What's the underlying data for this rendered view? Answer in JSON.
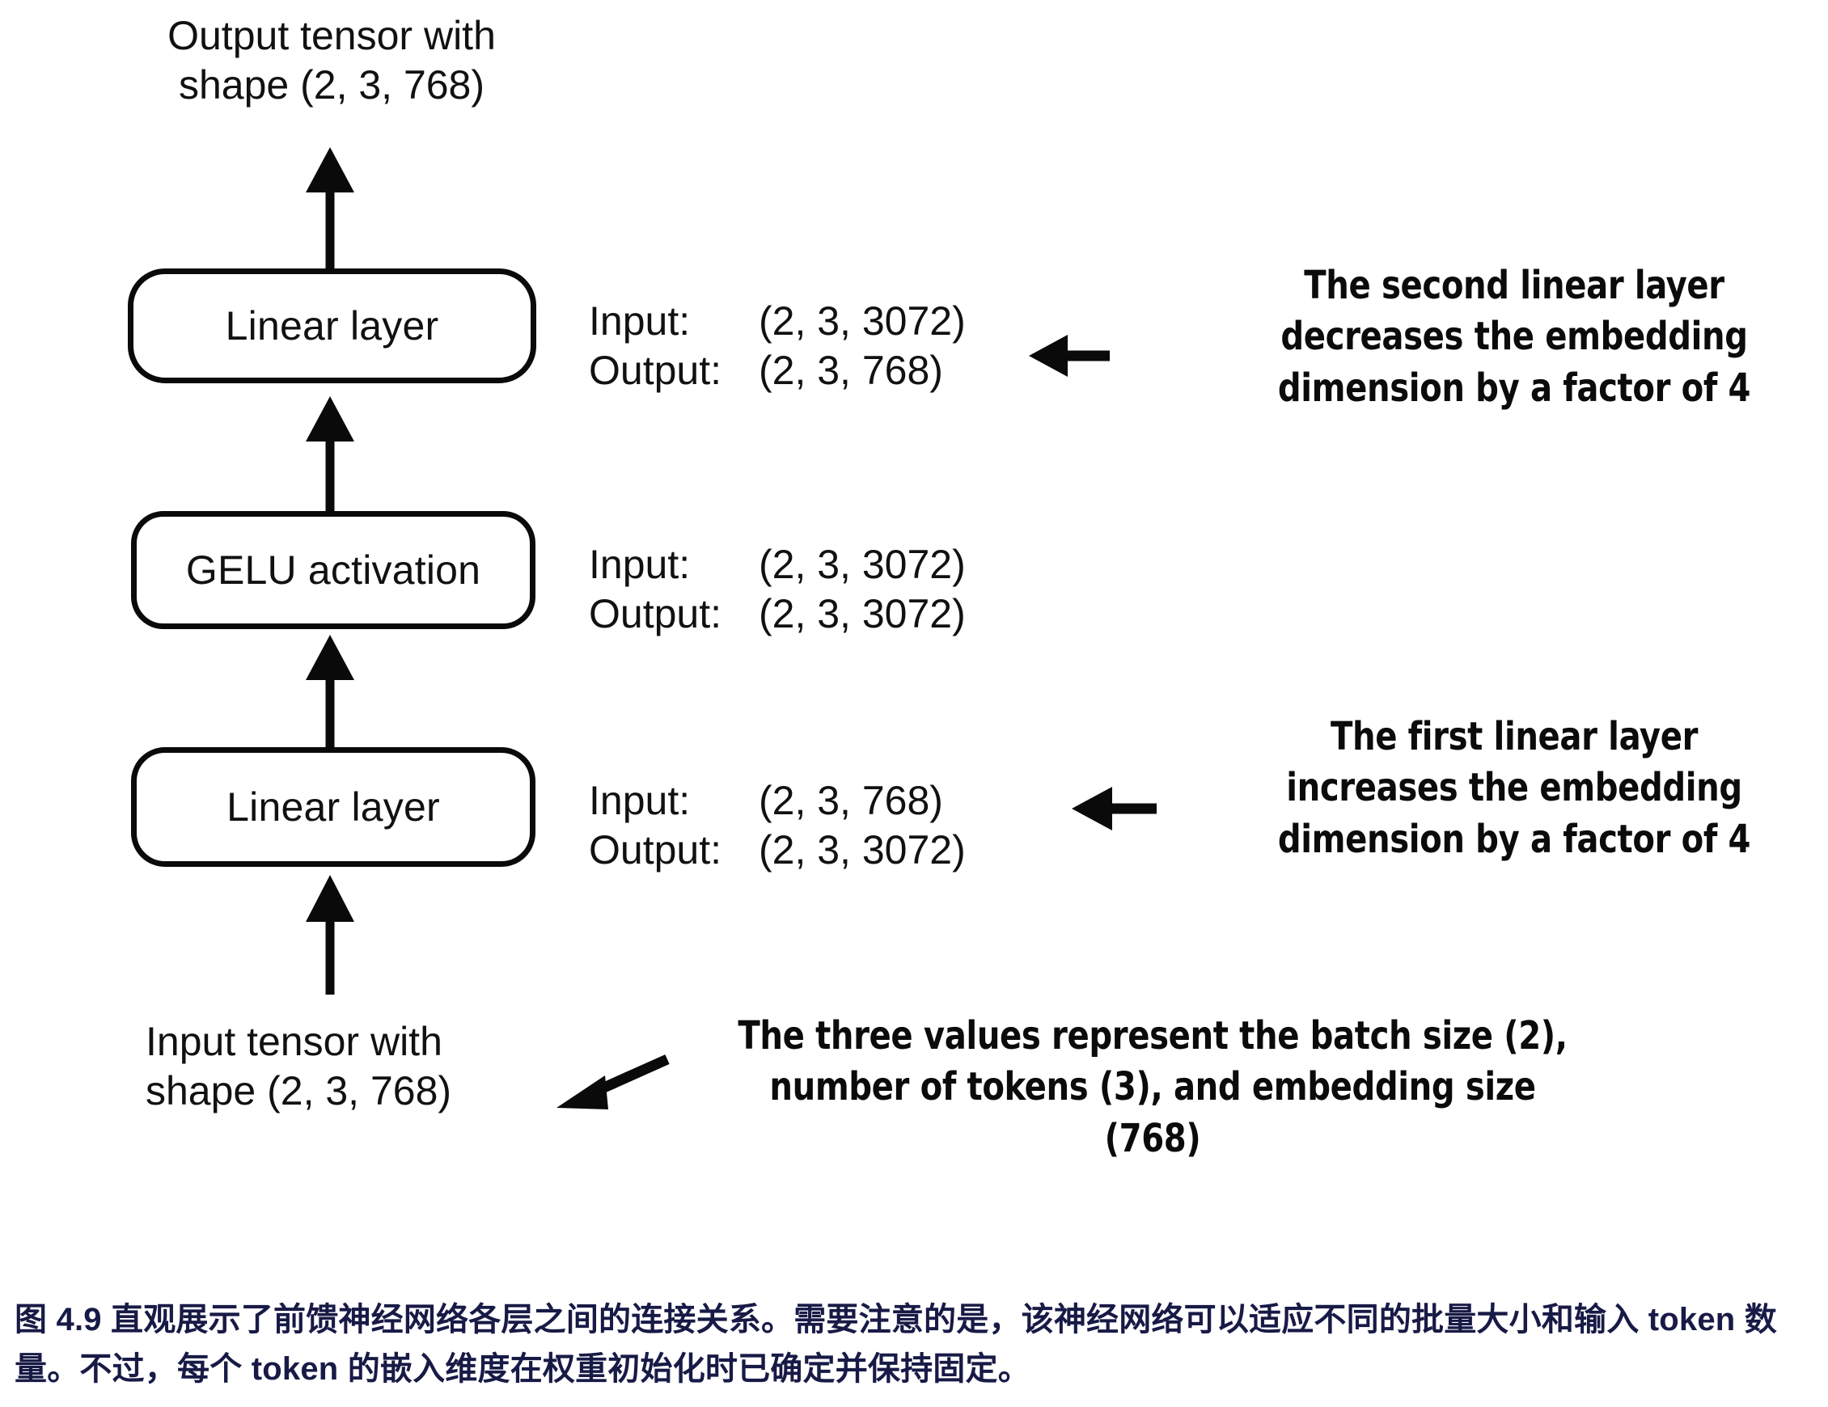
{
  "figure": {
    "top_caption": "Output tensor with\nshape (2, 3, 768)",
    "bottom_caption": "Input tensor with\nshape (2, 3, 768)",
    "caption_text": "图 4.9 直观展示了前馈神经网络各层之间的连接关系。需要注意的是，该神经网络可以适应不同的批量大小和输入 token 数量。不过，每个 token 的嵌入维度在权重初始化时已确定并保持固定。",
    "caption_color": "#181a46"
  },
  "blocks": [
    {
      "id": "linear-2",
      "label": "Linear layer"
    },
    {
      "id": "gelu",
      "label": "GELU activation"
    },
    {
      "id": "linear-1",
      "label": "Linear layer"
    }
  ],
  "io": {
    "input_key": "Input:",
    "output_key": "Output:",
    "linear_2": {
      "input": "(2, 3, 3072)",
      "output": "(2, 3, 768)"
    },
    "gelu": {
      "input": "(2, 3, 3072)",
      "output": "(2, 3, 3072)"
    },
    "linear_1": {
      "input": "(2, 3, 768)",
      "output": "(2, 3, 3072)"
    }
  },
  "annotations": {
    "second_linear": "The second linear layer\ndecreases the embedding\ndimension by a factor of 4",
    "first_linear": "The first linear layer\nincreases the embedding\ndimension by a factor of 4",
    "three_values": "The three values represent the batch size (2),\nnumber of tokens (3), and embedding size\n(768)"
  },
  "icons": {
    "up_arrow": "arrow-up-icon",
    "left_arrow": "arrow-left-icon",
    "diagonal_arrow": "arrow-left-diagonal-icon"
  },
  "colors": {
    "stroke": "#0a0a0a",
    "text": "#111111",
    "caption": "#181a46",
    "background": "#ffffff"
  }
}
